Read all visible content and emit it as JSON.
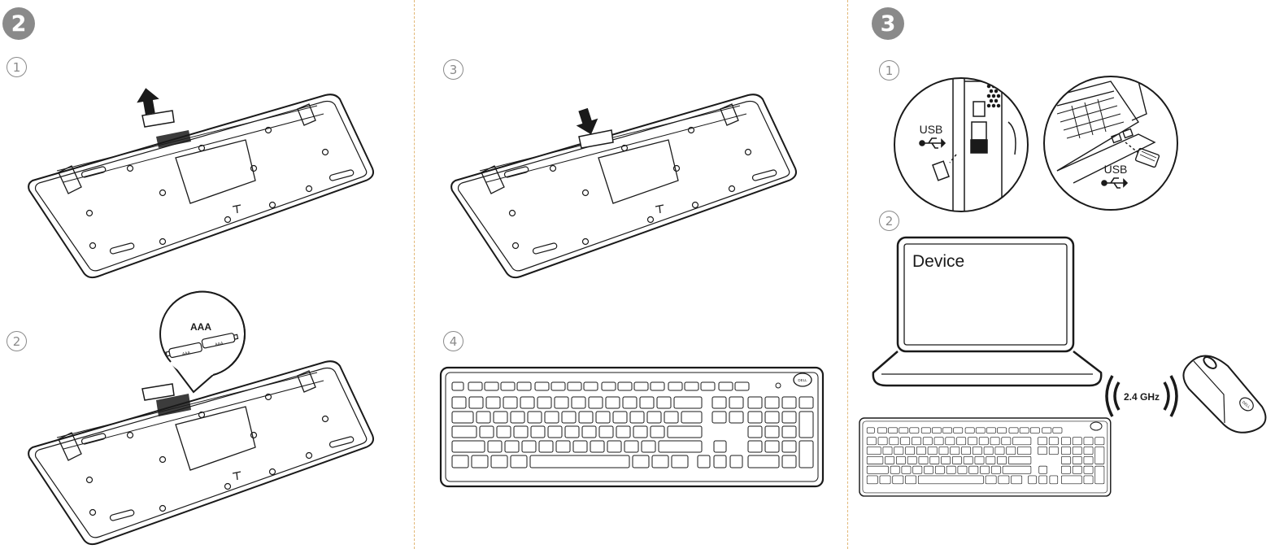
{
  "steps": {
    "battery": "2",
    "connect": "3"
  },
  "substeps": {
    "open_cover": "1",
    "insert_batteries": "2",
    "close_cover": "3",
    "keyboard_ready": "4",
    "plug_receiver": "1",
    "pair_devices": "2"
  },
  "battery_callout": {
    "label": "AAA",
    "cell_label": "AAA"
  },
  "usb": {
    "label_left": "USB",
    "label_right": "USB",
    "usb_symbol": "usb-icon"
  },
  "laptop": {
    "screen_label": "Device"
  },
  "wireless": {
    "frequency": "2.4 GHz"
  },
  "mouse": {
    "logo": "DELL"
  },
  "keyboard": {
    "logo": "DELL"
  },
  "colors": {
    "line": "#1a1a1a",
    "badge": "#8a8a8a",
    "divider": "#e2b878"
  }
}
